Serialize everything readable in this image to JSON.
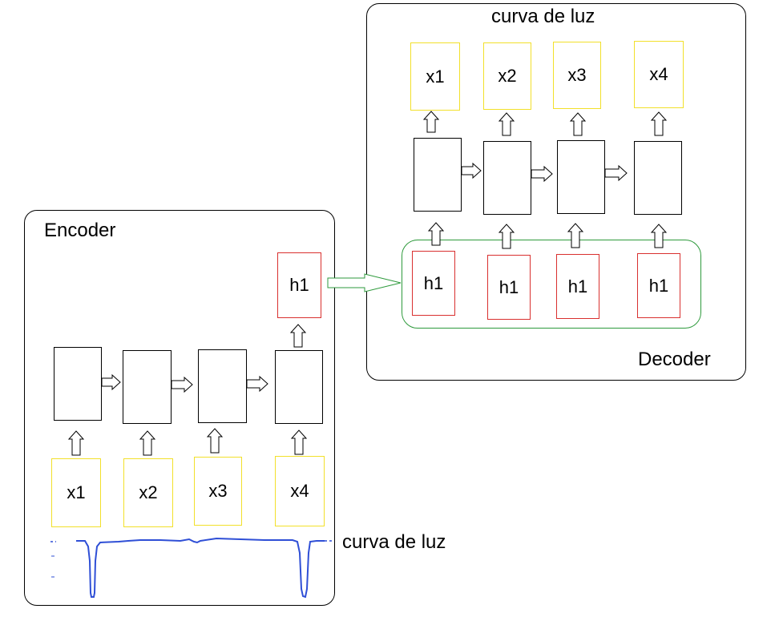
{
  "encoder": {
    "title": "Encoder",
    "inputs": [
      "x1",
      "x2",
      "x3",
      "x4"
    ],
    "hidden": "h1",
    "signal_label": "curva de luz"
  },
  "decoder": {
    "title": "Decoder",
    "outputs_label": "curva de luz",
    "outputs": [
      "x1",
      "x2",
      "x3",
      "x4"
    ],
    "hidden_inputs": [
      "h1",
      "h1",
      "h1",
      "h1"
    ]
  },
  "colors": {
    "input_box": "#f2e02a",
    "hidden_box": "#d9302f",
    "group_outline": "#2e9a3c",
    "light_curve": "#2f4fd6",
    "line": "#000000"
  }
}
